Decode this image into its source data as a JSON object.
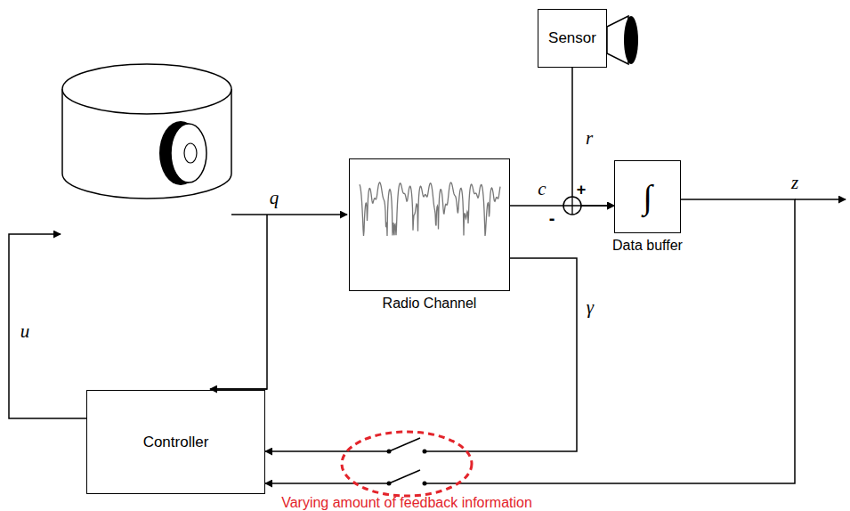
{
  "diagram": {
    "nodes": [
      {
        "text": [
          "Sensor"
        ]
      },
      {
        "text": [
          "Radio Channel"
        ]
      },
      {
        "text": [
          "∫",
          "Data buffer"
        ]
      },
      {
        "text": [
          "Controller"
        ]
      }
    ],
    "edges": [
      {
        "from": 1,
        "to": 2,
        "label": "c",
        "arrow": "to"
      },
      {
        "from": 0,
        "to": 2,
        "label": "r",
        "arrow": "to"
      },
      {
        "from": 1,
        "to": 3,
        "label": "γ",
        "arrow": "to"
      },
      {
        "from": 2,
        "to": 3,
        "label": "z",
        "arrow": "to"
      }
    ],
    "labels": [
      "q",
      "u",
      "+",
      "-",
      "Varying amount of feedback information"
    ]
  }
}
